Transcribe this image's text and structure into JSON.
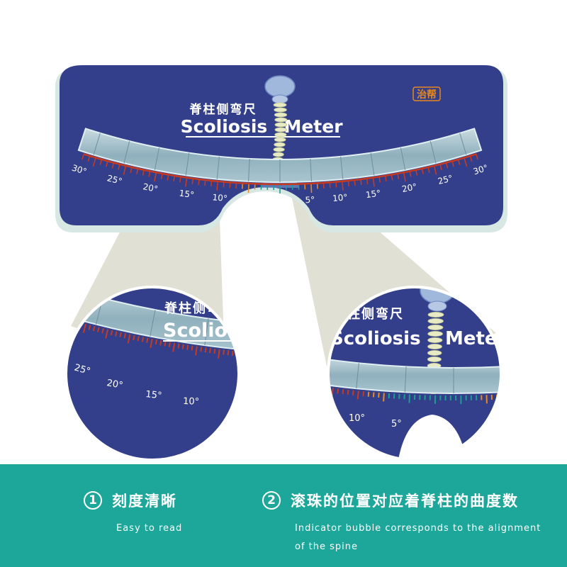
{
  "product": {
    "cn_title": "脊柱侧弯尺",
    "en_word_1": "Scoliosis",
    "en_word_2": "Meter",
    "brand_logo": "治帮",
    "scale_left": [
      "30°",
      "25°",
      "20°",
      "15°",
      "10°",
      "5°"
    ],
    "scale_right": [
      "5°",
      "10°",
      "15°",
      "20°",
      "25°",
      "30°"
    ]
  },
  "zoom_left": {
    "cn_title": "脊柱侧弯",
    "en_word": "Scoliosi",
    "scale": [
      "25°",
      "20°",
      "15°",
      "10°"
    ]
  },
  "zoom_right": {
    "cn_title": "脊柱侧弯尺",
    "en_word_1": "Scoliosis",
    "en_word_2": "Mete",
    "scale": [
      "10°",
      "5°"
    ]
  },
  "features": [
    {
      "num": "1",
      "title": "刻度清晰",
      "subtitle": "Easy to read"
    },
    {
      "num": "2",
      "title": "滚珠的位置对应着脊柱的曲度数",
      "subtitle": "Indicator bubble corresponds to the alignment of the spine"
    }
  ],
  "colors": {
    "board": "#333f8a",
    "band": "#1da79a",
    "scale_red": "#c63a22",
    "scale_orange": "#e8891e",
    "scale_teal": "#1b9f93"
  }
}
